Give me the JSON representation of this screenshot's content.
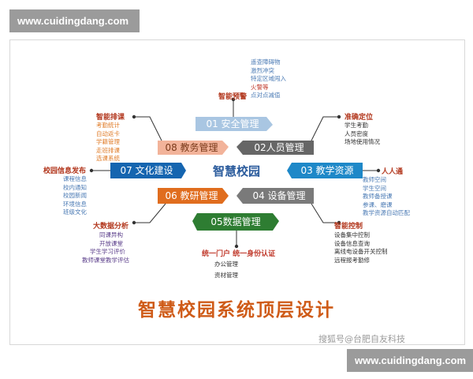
{
  "watermark": {
    "top": "www.cuidingdang.com",
    "bottom": "www.cuidingdang.com"
  },
  "credit": "搜狐号@台肥自友科技",
  "center_title": "智慧校园",
  "main_title": "智慧校园系统顶层设计",
  "modules": {
    "m01": "01 安全管理",
    "m02": "02人员管理",
    "m03": "03 教学资源",
    "m04": "04 设备管理",
    "m05": "05数据管理",
    "m06": "06 教研管理",
    "m07": "07 文化建设",
    "m08": "08 教务管理"
  },
  "features": {
    "alert": {
      "label": "智能预警",
      "items": [
        "遥查障碍物",
        "激烈冲突",
        "特定区域闯入",
        "火警等",
        "点对点减值"
      ]
    },
    "locate": {
      "label": "准确定位",
      "items": [
        "学生考勤",
        "人员密度",
        "场地使用情况"
      ]
    },
    "people": {
      "label": "人人通",
      "items": [
        "教师空间",
        "学生空间",
        "教师备授课",
        "参课、磨课",
        "教学资源自动匹配"
      ]
    },
    "control": {
      "label": "智能控制",
      "items": [
        "设备集中控制",
        "设备信息查询",
        "离线电设备开关控制",
        "远程报考勤修"
      ]
    },
    "portal": {
      "label": "统一门户  统一身份认证",
      "items": [
        "办公管理",
        "资材管理"
      ]
    },
    "bigdata": {
      "label": "大数据分析",
      "items": [
        "同课异构",
        "开放课堂",
        "学生学习评价",
        "教师课堂教学评估"
      ]
    },
    "info": {
      "label": "校园信息发布",
      "items": [
        "课程信息",
        "校内通知",
        "校园新闻",
        "环境信息",
        "班级文化"
      ]
    },
    "schedule": {
      "label": "智能排课",
      "items": [
        "考勤统计",
        "自动返卡",
        "学籍管理",
        "走班排课",
        "选课系统"
      ]
    }
  },
  "colors": {
    "m01": "#a9c6e2",
    "m02": "#666666",
    "m03": "#1e88c8",
    "m04": "#7a7a7a",
    "m05": "#2e7d32",
    "m06": "#e06d1e",
    "m07": "#1565b0",
    "m08": "#f2b39a",
    "title": "#cf5b18"
  }
}
